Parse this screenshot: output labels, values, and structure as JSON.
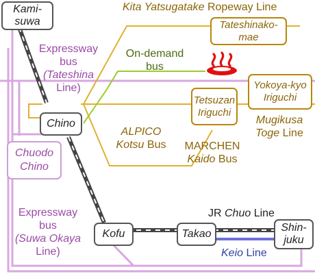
{
  "stations": {
    "kamisuwa": {
      "line1": "Kami-",
      "line2": "suwa"
    },
    "chino": {
      "label": "Chino"
    },
    "kofu": {
      "label": "Kofu"
    },
    "takao": {
      "label": "Takao"
    },
    "shinjuku": {
      "line1": "Shin-",
      "line2": "juku"
    }
  },
  "bus_stops": {
    "tateshinako_mae": {
      "line1": "Tateshinako-",
      "line2": "mae"
    },
    "tetsuzan_iriguchi": {
      "line1": "Tetsuzan",
      "line2": "Iriguchi"
    },
    "yokoya_kyo_iriguchi": {
      "line1": "Yokoya-kyo",
      "line2": "Iriguchi"
    },
    "chuodo_chino": {
      "line1": "Chuodo",
      "line2": "Chino"
    }
  },
  "routes": {
    "ropeway": {
      "name_italic": "Kita Yatsugatake",
      "name_plain": "Ropeway Line"
    },
    "expressway_tateshina": {
      "line1": "Expressway",
      "line2": "bus",
      "line3_italic": "(Tateshina",
      "line4": "Line)"
    },
    "on_demand": {
      "line1": "On-demand",
      "line2": "bus"
    },
    "alpico": {
      "line1": "ALPICO",
      "line2_italic": "Kotsu",
      "line2_plain": " Bus"
    },
    "marchen": {
      "line1": "MARCHEN",
      "line2_italic": "Kaido",
      "line2_plain": " Bus"
    },
    "mugikusa": {
      "line1": "Mugikusa",
      "line2_italic": "Toge",
      "line2_plain": " Line"
    },
    "expressway_suwa_okaya": {
      "line1": "Expressway",
      "line2": "bus",
      "line3": "(Suwa Okaya",
      "line4": "Line)"
    },
    "jr_chuo": {
      "prefix": "JR ",
      "italic": "Chuo",
      "suffix": " Line"
    },
    "keio": {
      "italic": "Keio",
      "suffix": " Line"
    }
  },
  "icons": {
    "onsen": "hot-spring-icon"
  },
  "colors": {
    "expressway_bus": "#d8a8e0",
    "expressway_text": "#9b4aa6",
    "local_bus": "#e0b030",
    "local_bus_text": "#8b6508",
    "on_demand_bus": "#9acd32",
    "jr_rail": "#444444",
    "keio_rail": "#6f6fd8",
    "onsen": "#e01010"
  }
}
